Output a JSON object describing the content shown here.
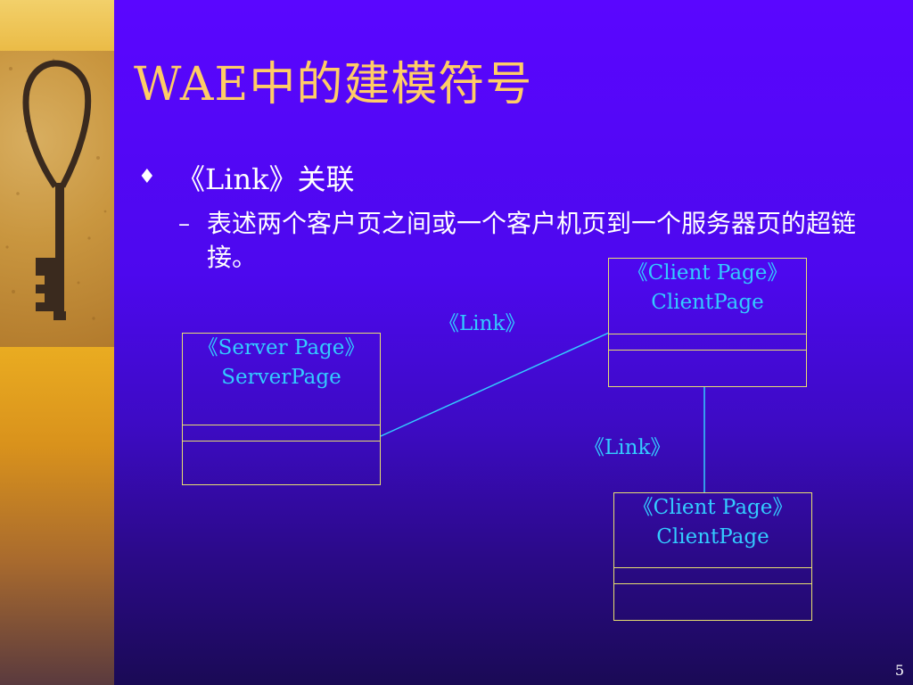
{
  "title": "WAE中的建模符号",
  "bullet": {
    "icon": "diamond-bullet-icon",
    "text": "《Link》关联"
  },
  "sub_bullet": {
    "icon": "dash",
    "text": "表述两个客户页之间或一个客户机页到一个服务器页的超链接。"
  },
  "diagram": {
    "boxes": [
      {
        "stereotype": "《Server Page》",
        "name": "ServerPage"
      },
      {
        "stereotype": "《Client Page》",
        "name": "ClientPage"
      },
      {
        "stereotype": "《Client Page》",
        "name": "ClientPage"
      }
    ],
    "links": [
      {
        "label": "《Link》"
      },
      {
        "label": "《Link》"
      }
    ]
  },
  "page_number": "5",
  "colors": {
    "title": "#ffcc66",
    "diagram_text": "#33ccff",
    "box_border": "#e8e070",
    "background": "#5a06ff"
  }
}
